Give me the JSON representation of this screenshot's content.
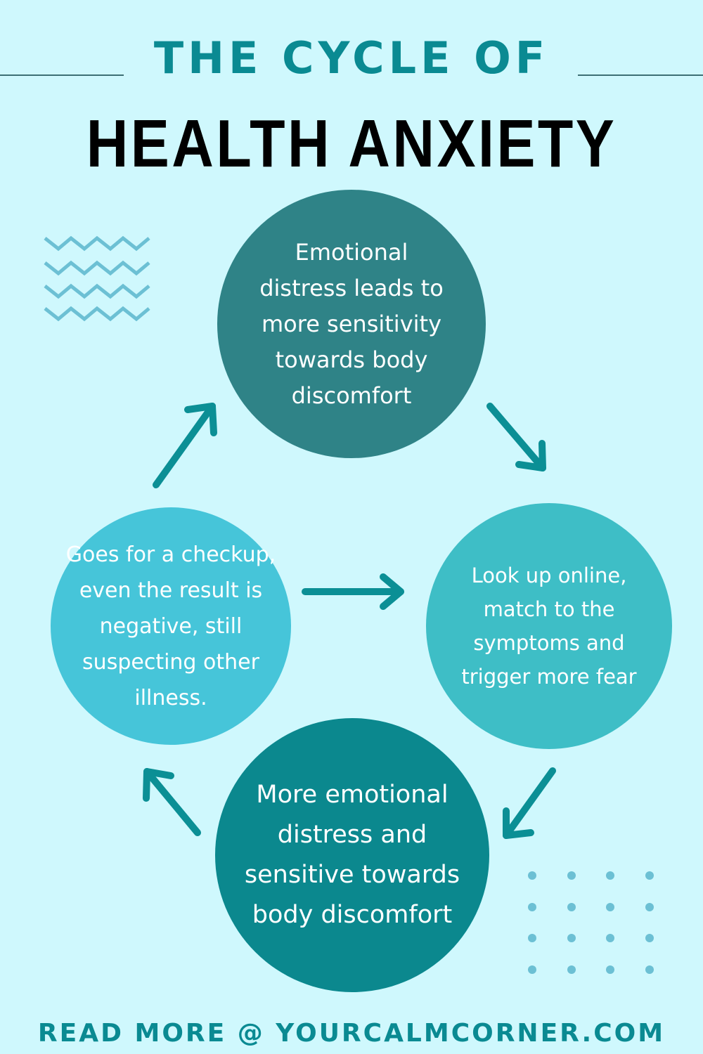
{
  "header": {
    "title_top": "THE CYCLE OF",
    "title_main": "HEALTH ANXIETY"
  },
  "cycle": {
    "top": "Emotional distress leads to more sensitivity towards body discomfort",
    "right": "Look up online, match to the symptoms and trigger more fear",
    "bottom": "More emotional distress and sensitive towards body discomfort",
    "left": "Goes for a checkup, even the result is negative, still suspecting other illness."
  },
  "footer": {
    "text": "READ MORE @ YOURCALMCORNER.COM"
  },
  "colors": {
    "background": "#cff8fd",
    "accent": "#0a8a92",
    "circle_top": "#2f8387",
    "circle_right": "#3ebec6",
    "circle_bottom": "#0b888e",
    "circle_left": "#46c5d9",
    "decoration": "#6cc0d4"
  }
}
